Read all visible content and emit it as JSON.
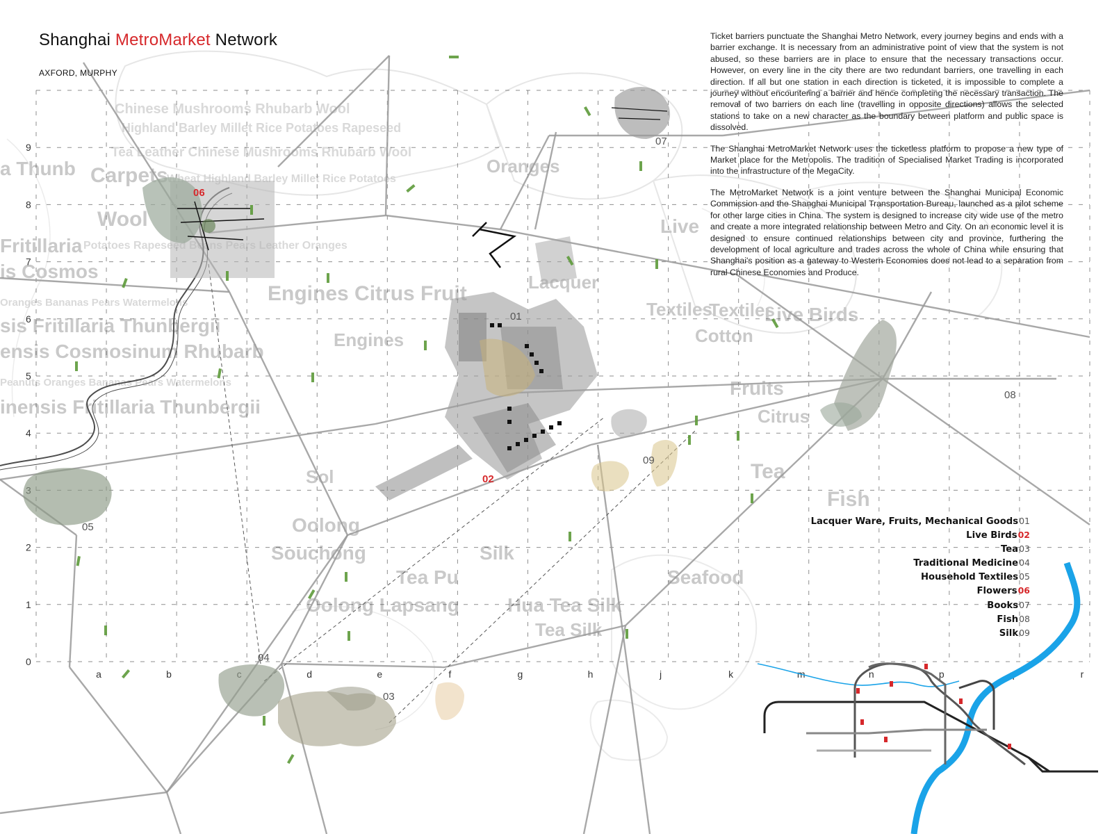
{
  "title": {
    "prefix": "Shanghai ",
    "accent": "MetroMarket",
    "suffix": " Network"
  },
  "authors": "AXFORD, MURPHY",
  "paragraphs": [
    "Ticket barriers punctuate the Shanghai Metro Network, every journey begins and ends with a barrier exchange. It is necessary from an administrative point of view that the system is not abused, so these barriers are in place to ensure that the necessary transactions occur. However, on every line in the city there are two redundant barriers, one travelling in each direction. If all but one station in each direction is ticketed, it is impossible to complete a journey without encountering a barrier and hence completing the necessary transaction. The removal of two barriers on each line (travelling in opposite directions) allows the selected stations to take on a new character as the boundary between platform and public space is dissolved.",
    "The Shanghai MetroMarket Network uses the ticketless platform to propose a new type of Market place for the Metropolis. The tradition of Specialised Market Trading is incorporated into the infrastructure of the MegaCity.",
    "The MetroMarket Network is a joint venture between the Shanghai Municipal Economic Commission and the Shanghai Municipal Transportation Bureau, launched as a pilot scheme for other large cities in China. The system is designed to increase city wide use of the metro and create a more integrated relationship between Metro and City. On an economic level it is designed to ensure continued relationships between city and province, furthering the development of local agriculture and trades across the whole of China while ensuring that Shanghai's position as a gateway to Western Economies does not lead to a separation from rural Chinese Economies and Produce."
  ],
  "legend": [
    {
      "label": "Lacquer Ware, Fruits, Mechanical Goods",
      "num": "01",
      "highlight": false
    },
    {
      "label": "Live Birds",
      "num": "02",
      "highlight": true
    },
    {
      "label": "Tea",
      "num": "03",
      "highlight": false
    },
    {
      "label": "Traditional Medicine",
      "num": "04",
      "highlight": false
    },
    {
      "label": "Household Textiles",
      "num": "05",
      "highlight": false
    },
    {
      "label": "Flowers",
      "num": "06",
      "highlight": true
    },
    {
      "label": "Books",
      "num": "07",
      "highlight": false
    },
    {
      "label": "Fish",
      "num": "08",
      "highlight": false
    },
    {
      "label": "Silk",
      "num": "09",
      "highlight": false
    }
  ],
  "grid": {
    "y_labels": [
      "0",
      "1",
      "2",
      "3",
      "4",
      "5",
      "6",
      "7",
      "8",
      "9"
    ],
    "x_labels": [
      "a",
      "b",
      "c",
      "d",
      "e",
      "f",
      "g",
      "h",
      "j",
      "k",
      "m",
      "n",
      "p",
      "q",
      "r"
    ]
  },
  "zones": [
    {
      "num": "01",
      "highlight": false
    },
    {
      "num": "02",
      "highlight": true
    },
    {
      "num": "03",
      "highlight": false
    },
    {
      "num": "04",
      "highlight": false
    },
    {
      "num": "05",
      "highlight": false
    },
    {
      "num": "06",
      "highlight": true
    },
    {
      "num": "07",
      "highlight": false
    },
    {
      "num": "08",
      "highlight": false
    },
    {
      "num": "09",
      "highlight": false
    }
  ],
  "background_words": [
    "Chinese Mushrooms Rhubarb Wool",
    "Highland Barley Millet Rice Potatoes Rapeseed",
    "Tea Leather Chinese Mushrooms Rhubarb Wool",
    "a Thunb",
    "Carpets",
    "Wheat Highland Barley Millet Rice Potatoes",
    "Wool",
    "Potatoes Rapeseed Beans Pears Leather Oranges",
    "Fritillaria",
    "is Cosmos",
    "Oranges Bananas Pears Watermelons",
    "sis Fritillaria Thunbergii",
    "ensis Cosmosinum Rhubarb",
    "Peanuts Oranges Bananas Pears Watermelons",
    "inensis Fritillaria Thunbergii",
    "Engines Citrus Fruit",
    "Engines",
    "Live Birds",
    "Textiles",
    "Cotton",
    "Fruits",
    "Citrus",
    "Tea",
    "Fish",
    "Oolong",
    "Souchong",
    "Silk",
    "Tea Pu",
    "Seafood",
    "Oolong Lapsang",
    "Hua Tea Silk",
    "Tea Silk",
    "Oranges",
    "Live",
    "Textiles",
    "Lacquer",
    "Sol"
  ]
}
